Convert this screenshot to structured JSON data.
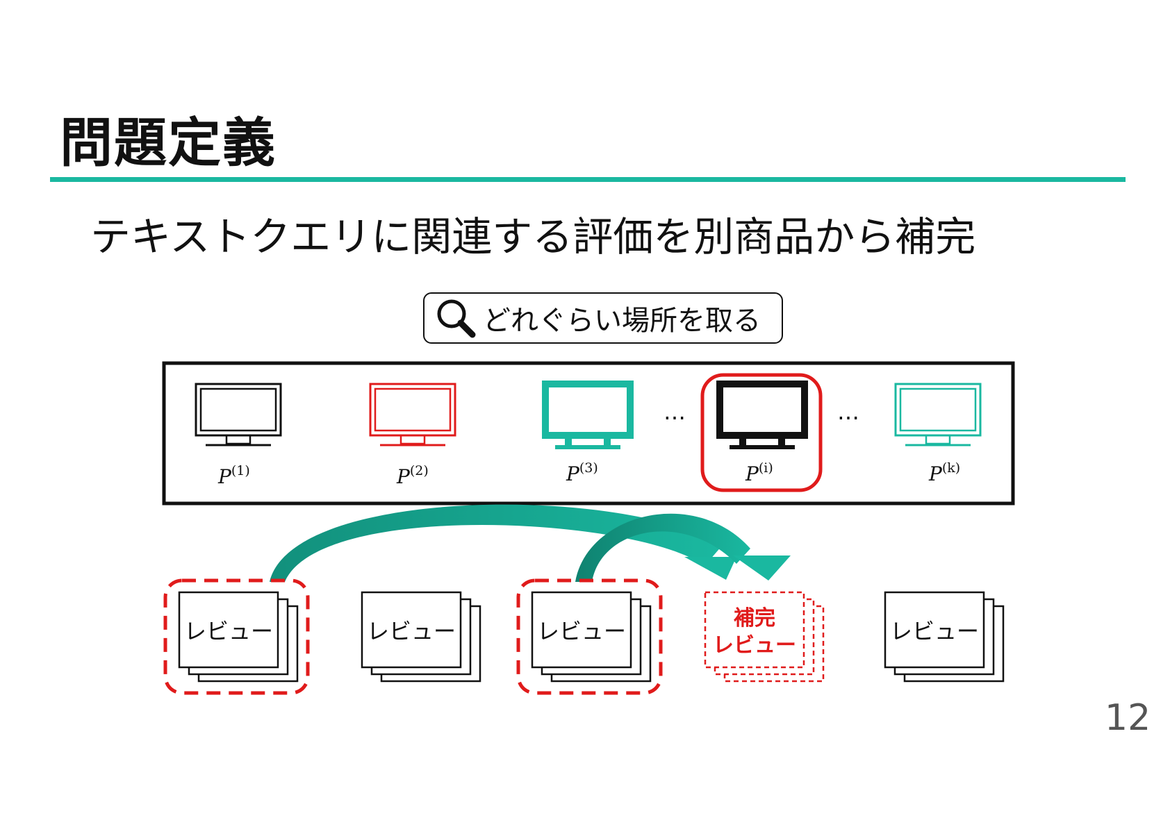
{
  "slide": {
    "title": "問題定義",
    "subtitle": "テキストクエリに関連する評価を別商品から補完",
    "page_number": "12"
  },
  "search": {
    "text": "どれぐらい場所を取る",
    "icon": "search-icon"
  },
  "products": [
    {
      "id": "p1",
      "base": "P",
      "sup": "(1)",
      "color": "#111111",
      "style": "outline"
    },
    {
      "id": "p2",
      "base": "P",
      "sup": "(2)",
      "color": "#e01b1b",
      "style": "outline"
    },
    {
      "id": "p3",
      "base": "P",
      "sup": "(3)",
      "color": "#1ab8a0",
      "style": "solid"
    },
    {
      "id": "pi",
      "base": "P",
      "sup": "(i)",
      "color": "#111111",
      "style": "solid",
      "highlighted": true
    },
    {
      "id": "pk",
      "base": "P",
      "sup": "(k)",
      "color": "#1ab8a0",
      "style": "outline"
    }
  ],
  "ellipsis": "…",
  "reviews": [
    {
      "label": "レビュー",
      "selected": true
    },
    {
      "label": "レビュー",
      "selected": false
    },
    {
      "label": "レビュー",
      "selected": true
    },
    {
      "label_line1": "補完",
      "label_line2": "レビュー",
      "completed": true
    },
    {
      "label": "レビュー",
      "selected": false
    }
  ],
  "colors": {
    "accent": "#1ab8a0",
    "accent_dark": "#12907c",
    "highlight": "#e01b1b",
    "text": "#111111"
  }
}
